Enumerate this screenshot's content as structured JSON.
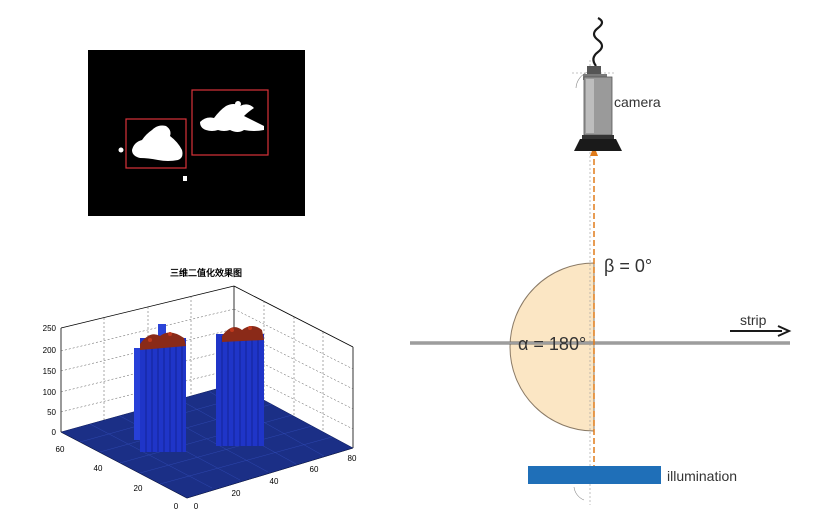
{
  "surface_plot": {
    "title": "三维二值化效果图",
    "z_ticks": [
      "250",
      "200",
      "150",
      "100",
      "50",
      "0"
    ],
    "left_axis_ticks": [
      "60",
      "40",
      "20",
      "0"
    ],
    "right_axis_ticks": [
      "0",
      "20",
      "40",
      "60",
      "80"
    ]
  },
  "geometry_diagram": {
    "camera_label": "camera",
    "beta_label": "β = 0°",
    "alpha_label": "α = 180°",
    "strip_label": "strip",
    "illumination_label": "illumination",
    "colors": {
      "semicircle_fill": "#fbe6c4",
      "optical_axis": "#e07b1a",
      "illumination_bar": "#1f6fb8",
      "camera_body": "#9a9a9a"
    }
  },
  "icons": [
    "camera-icon",
    "strip-arrow-icon"
  ]
}
